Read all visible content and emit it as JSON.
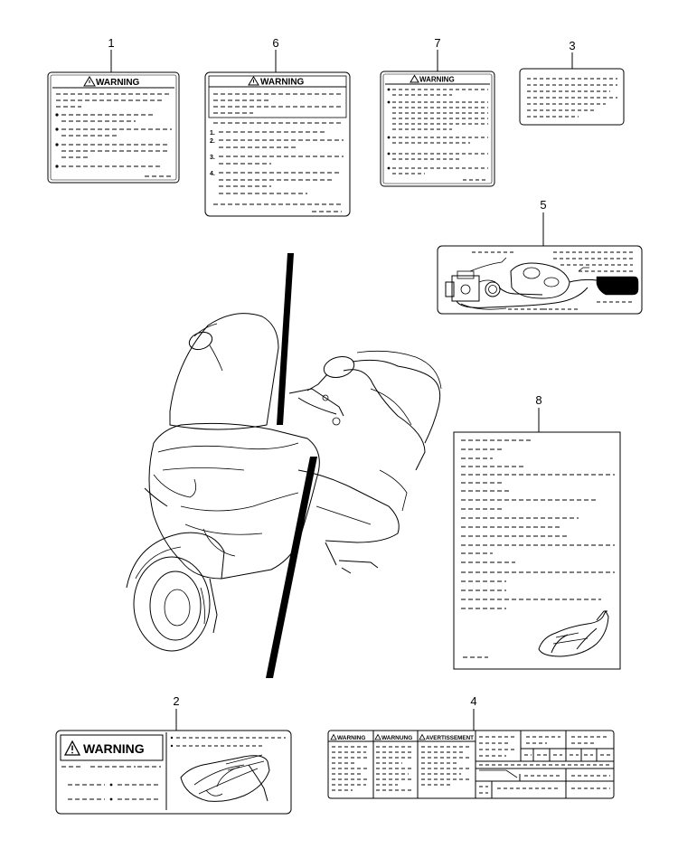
{
  "callouts": {
    "n1": "1",
    "n2": "2",
    "n3": "3",
    "n4": "4",
    "n5": "5",
    "n6": "6",
    "n7": "7",
    "n8": "8"
  },
  "labels": {
    "warning": "WARNING",
    "warnung": "WARNUNG",
    "avertissement": "AVERTISSEMENT"
  },
  "label6": {
    "step1": "1.",
    "step2": "2.",
    "step3": "3.",
    "step4": "4."
  },
  "icons": {
    "warning_triangle": "warning-triangle-icon"
  }
}
